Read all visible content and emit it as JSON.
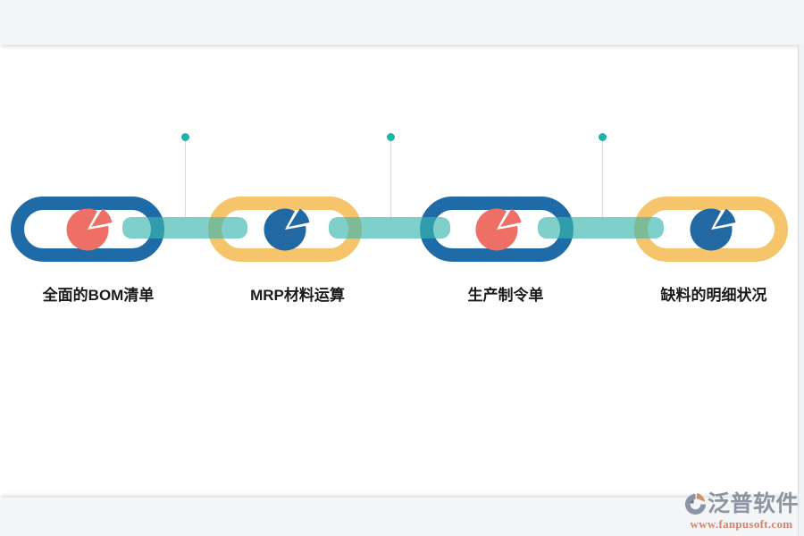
{
  "page": {
    "band_background": "#f4f5f7",
    "canvas_background": "#ffffff"
  },
  "diagram": {
    "steps": [
      {
        "label": "全面的BOM清单",
        "capsule_color": "#1e6ba8",
        "pie_color": "#ee6f66",
        "icon": "pie-chart-icon"
      },
      {
        "label": "MRP材料运算",
        "capsule_color": "#f6c46a",
        "pie_color": "#2269a4",
        "icon": "pie-chart-icon"
      },
      {
        "label": "生产制令单",
        "capsule_color": "#1e6ba8",
        "pie_color": "#ee6f66",
        "icon": "pie-chart-icon"
      },
      {
        "label": "缺料的明细状况",
        "capsule_color": "#f6c46a",
        "pie_color": "#2269a4",
        "icon": "pie-chart-icon"
      }
    ],
    "chain_color": "#3ab7ae",
    "connector_dot_color": "#1cb5ae",
    "connector_line_color": "#d9d9d9",
    "label_color": "#1a1a1a"
  },
  "logo": {
    "name": "泛普软件",
    "url": "www.fanpusoft.com",
    "name_color": "#8c95a4",
    "url_color": "#d5836e",
    "icon": "fanpu-logo-icon"
  }
}
